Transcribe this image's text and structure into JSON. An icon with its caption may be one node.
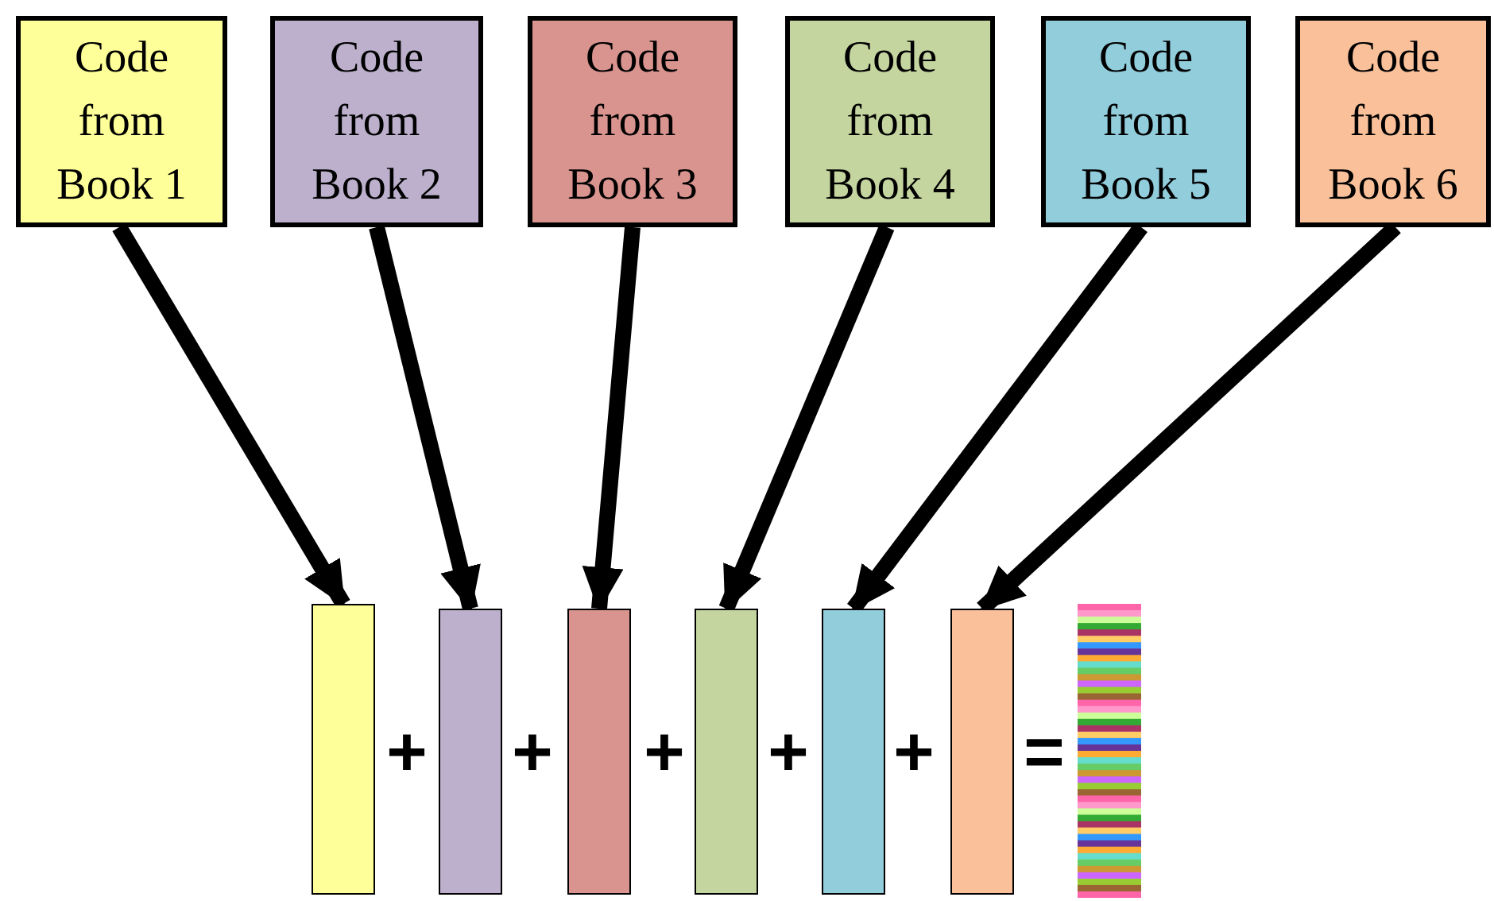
{
  "diagram": {
    "nodes": [
      {
        "text": [
          "Code from Book 1"
        ]
      },
      {
        "text": [
          "Code from Book 2"
        ]
      },
      {
        "text": [
          "Code from Book 3"
        ]
      },
      {
        "text": [
          "Code from Book 4"
        ]
      },
      {
        "text": [
          "Code from Book 5"
        ]
      },
      {
        "text": [
          "Code from Book 6"
        ]
      },
      {
        "text": [],
        "shape": "bar"
      },
      {
        "text": [],
        "shape": "bar"
      },
      {
        "text": [],
        "shape": "bar"
      },
      {
        "text": [],
        "shape": "bar"
      },
      {
        "text": [],
        "shape": "bar"
      },
      {
        "text": [],
        "shape": "bar"
      },
      {
        "text": [],
        "shape": "bar"
      }
    ],
    "edges": [
      {
        "from": 0,
        "to": 6,
        "arrow": "to"
      },
      {
        "from": 1,
        "to": 7,
        "arrow": "to"
      },
      {
        "from": 2,
        "to": 8,
        "arrow": "to"
      },
      {
        "from": 3,
        "to": 9,
        "arrow": "to"
      },
      {
        "from": 4,
        "to": 10,
        "arrow": "to"
      },
      {
        "from": 5,
        "to": 11,
        "arrow": "to"
      }
    ],
    "labels": [
      "+",
      "+",
      "+",
      "+",
      "+",
      "="
    ]
  }
}
